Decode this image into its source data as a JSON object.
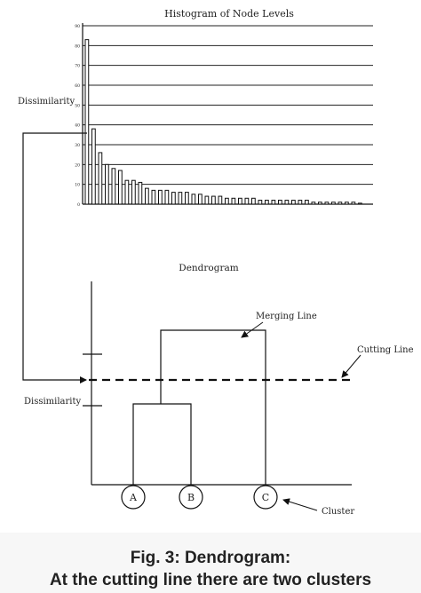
{
  "histogram": {
    "title": "Histogram of Node Levels",
    "ylabel": "Dissimilarity",
    "ytick_labels": [
      "0",
      "10",
      "20",
      "30",
      "40",
      "50",
      "60",
      "70",
      "80",
      "90"
    ]
  },
  "chart_data": {
    "type": "bar",
    "title": "Histogram of Node Levels",
    "ylabel": "Dissimilarity",
    "xlabel": "",
    "ylim": [
      0,
      90
    ],
    "values": [
      83,
      38,
      26,
      20,
      18,
      17,
      12,
      12,
      11,
      8,
      7,
      7,
      7,
      6,
      6,
      6,
      5,
      5,
      4,
      4,
      4,
      3,
      3,
      3,
      3,
      3,
      2,
      2,
      2,
      2,
      2,
      2,
      2,
      2,
      1,
      1,
      1,
      1,
      1,
      1,
      1,
      0.5
    ]
  },
  "dendrogram": {
    "title": "Dendrogram",
    "ylabel": "Dissimilarity",
    "merging_line_label": "Merging Line",
    "cutting_line_label": "Cutting Line",
    "cluster_label": "Cluster",
    "leaves": [
      "A",
      "B",
      "C"
    ]
  },
  "caption": {
    "line1": "Fig. 3: Dendrogram:",
    "line2": "At the cutting line there are two clusters"
  }
}
